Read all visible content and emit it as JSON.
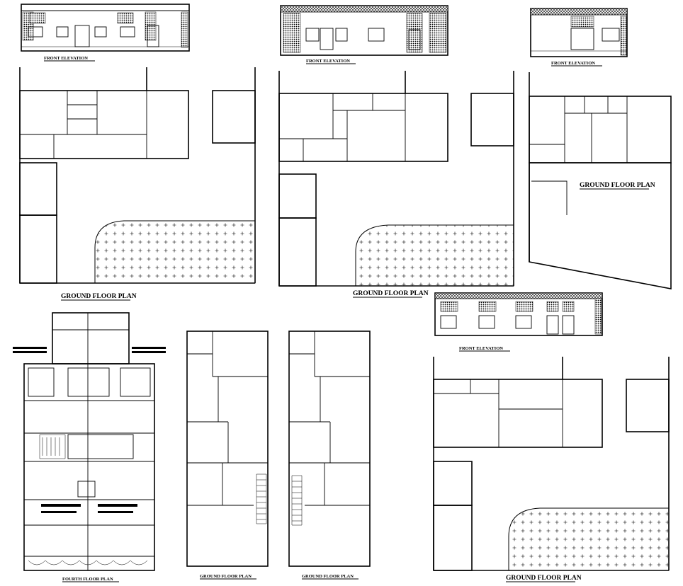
{
  "sheet": {
    "labels": {
      "front_elevation": "FRONT ELEVATION",
      "ground_floor_plan": "GROUND FLOOR PLAN",
      "fourth_floor_plan": "FOURTH FLOOR PLAN"
    }
  },
  "colors": {
    "ink": "#000000",
    "paper": "#ffffff"
  },
  "icons": [
    "hatch-pattern",
    "stair-icon",
    "door-icon"
  ]
}
